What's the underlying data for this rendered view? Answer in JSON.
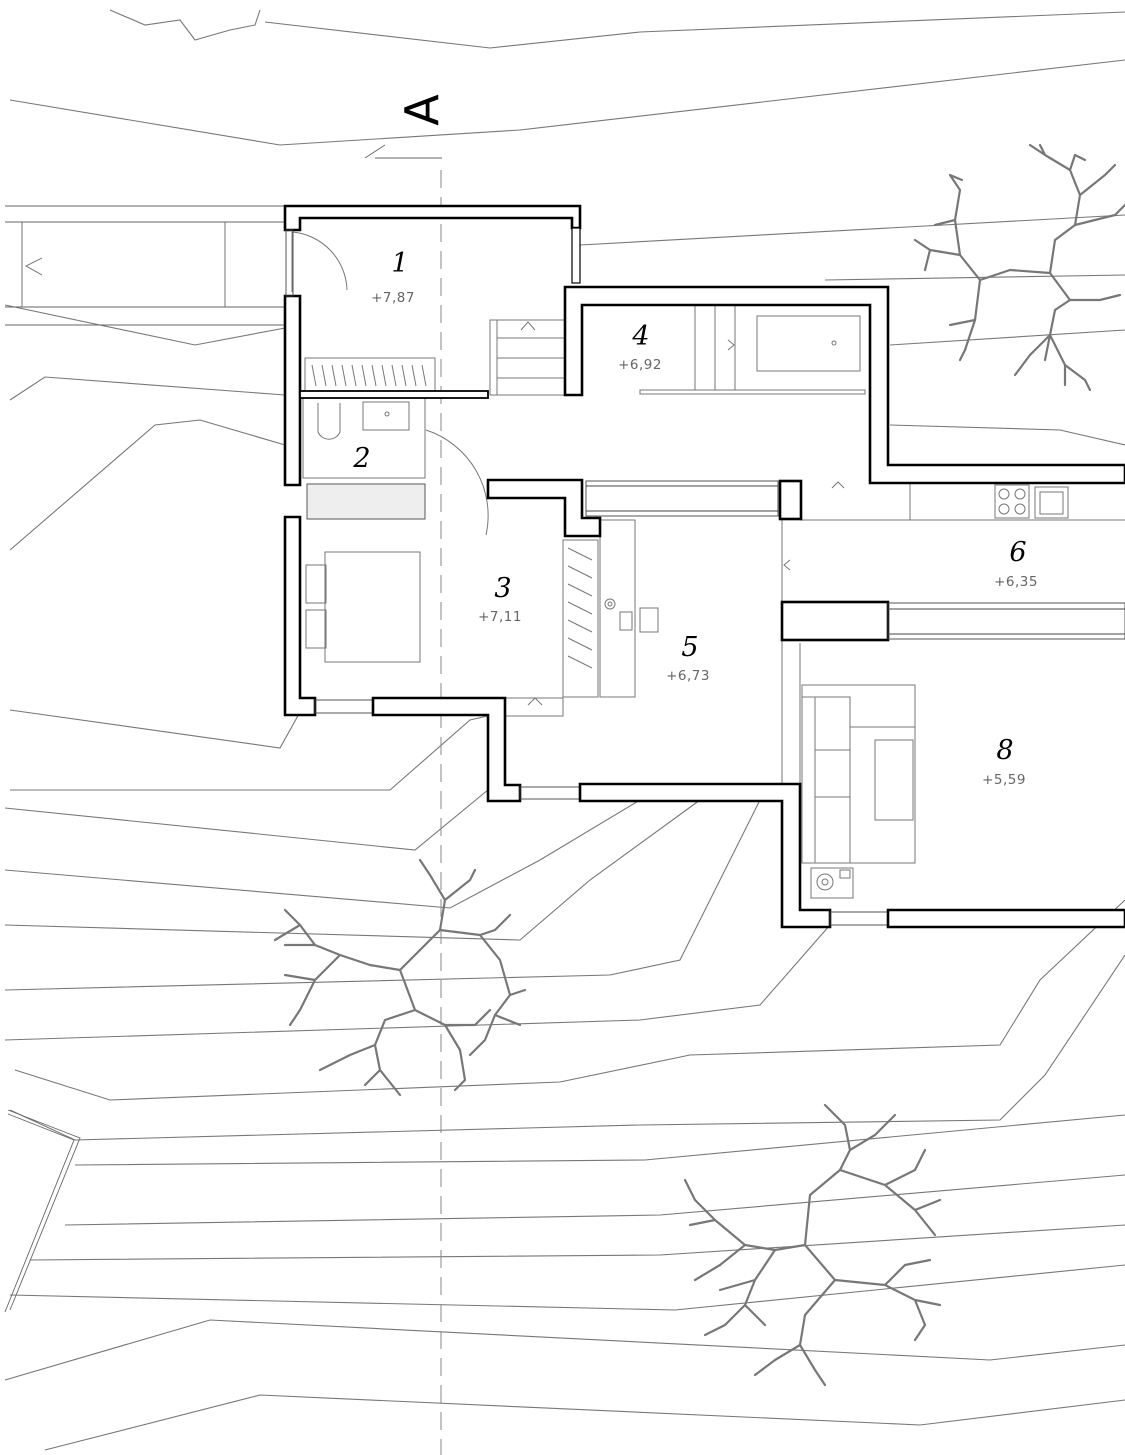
{
  "drawing": {
    "section_mark": "A"
  },
  "rooms": [
    {
      "number": "1",
      "level": "+7,87"
    },
    {
      "number": "2",
      "level": ""
    },
    {
      "number": "3",
      "level": "+7,11"
    },
    {
      "number": "4",
      "level": "+6,92"
    },
    {
      "number": "5",
      "level": "+6,73"
    },
    {
      "number": "6",
      "level": "+6,35"
    },
    {
      "number": "8",
      "level": "+5,59"
    }
  ],
  "icons": [
    "tree-icon",
    "stair-arrow-icon",
    "toilet-icon",
    "sink-icon",
    "cooktop-icon",
    "bathtub-icon",
    "sofa-icon",
    "bed-icon",
    "stove-icon"
  ],
  "colors": {
    "wall": "#000000",
    "line": "#777777",
    "background": "#ffffff"
  }
}
